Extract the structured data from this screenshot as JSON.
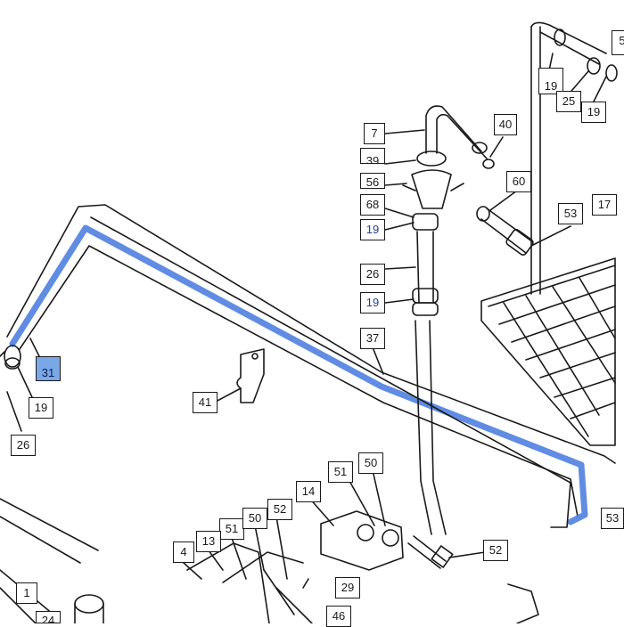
{
  "diagram": {
    "selected_part": "31",
    "highlight_color": "#7aa7e6",
    "line_color": "#1a1a1a",
    "pipe_highlight_color": "#4f7fe0",
    "callouts": [
      {
        "id": "c7",
        "label": "7"
      },
      {
        "id": "c40",
        "label": "40"
      },
      {
        "id": "c39",
        "label": "39"
      },
      {
        "id": "c56",
        "label": "56"
      },
      {
        "id": "c60",
        "label": "60"
      },
      {
        "id": "c68",
        "label": "68"
      },
      {
        "id": "c19a",
        "label": "19"
      },
      {
        "id": "c26a",
        "label": "26"
      },
      {
        "id": "c19b",
        "label": "19"
      },
      {
        "id": "c37",
        "label": "37"
      },
      {
        "id": "c31",
        "label": "31"
      },
      {
        "id": "c19c",
        "label": "19"
      },
      {
        "id": "c26b",
        "label": "26"
      },
      {
        "id": "c41",
        "label": "41"
      },
      {
        "id": "c53a",
        "label": "53"
      },
      {
        "id": "c17",
        "label": "17"
      },
      {
        "id": "c19d",
        "label": "19"
      },
      {
        "id": "c25",
        "label": "25"
      },
      {
        "id": "c19e",
        "label": "19"
      },
      {
        "id": "c5",
        "label": "5"
      },
      {
        "id": "c51a",
        "label": "51"
      },
      {
        "id": "c50a",
        "label": "50"
      },
      {
        "id": "c14",
        "label": "14"
      },
      {
        "id": "c52a",
        "label": "52"
      },
      {
        "id": "c51b",
        "label": "51"
      },
      {
        "id": "c50b",
        "label": "50"
      },
      {
        "id": "c13",
        "label": "13"
      },
      {
        "id": "c4",
        "label": "4"
      },
      {
        "id": "c52b",
        "label": "52"
      },
      {
        "id": "c29",
        "label": "29"
      },
      {
        "id": "c46",
        "label": "46"
      },
      {
        "id": "c1",
        "label": "1"
      },
      {
        "id": "c24",
        "label": "24"
      },
      {
        "id": "c53b",
        "label": "53"
      }
    ]
  }
}
